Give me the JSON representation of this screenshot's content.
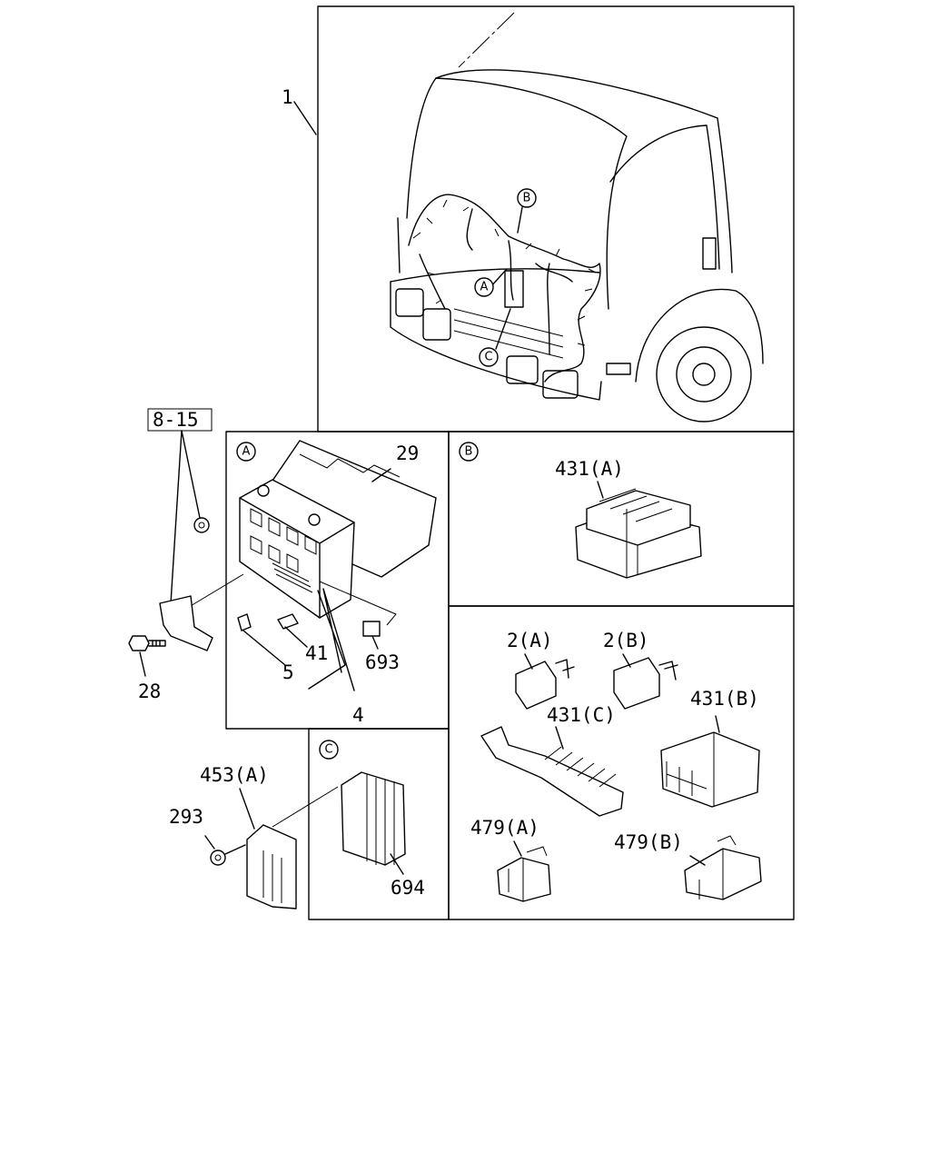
{
  "labels": {
    "p1": "1",
    "ref": "8-15",
    "p29": "29",
    "p28": "28",
    "p5": "5",
    "p41": "41",
    "p4": "4",
    "p693": "693",
    "p431a": "431(A)",
    "p2a": "2(A)",
    "p2b": "2(B)",
    "p431b": "431(B)",
    "p431c": "431(C)",
    "p479a": "479(A)",
    "p479b": "479(B)",
    "p453a": "453(A)",
    "p293": "293",
    "p694": "694"
  },
  "callouts": {
    "a": "A",
    "b": "B",
    "c": "C"
  }
}
